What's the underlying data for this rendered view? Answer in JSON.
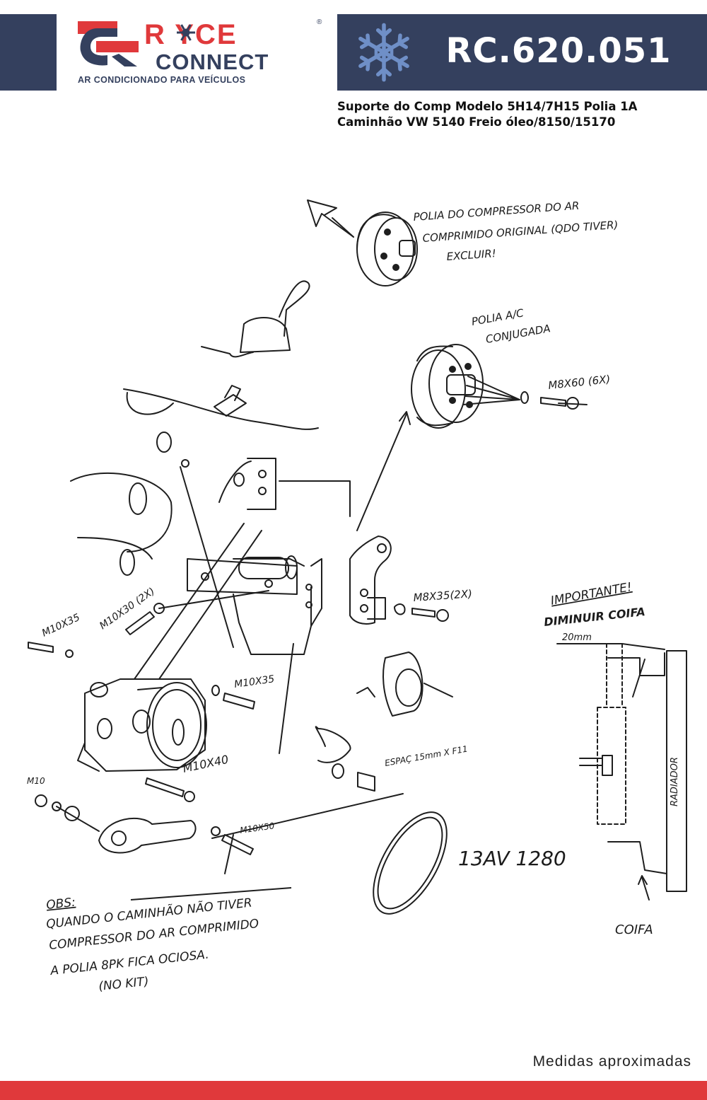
{
  "header": {
    "brand_line1": "R YCE",
    "brand_line2": "CONNECT",
    "registered_mark": "®",
    "tagline": "AR CONDICIONADO PARA VEÍCULOS",
    "product_code": "RC.620.051",
    "snowflake_icon": "snowflake-icon",
    "colors": {
      "navy": "#34405e",
      "red": "#e0393b",
      "light_blue": "#6f8fc7"
    }
  },
  "description": {
    "line1": "Suporte do Comp Modelo 5H14/7H15 Polia 1A",
    "line2": "Caminhão VW 5140 Freio óleo/8150/15170"
  },
  "diagram": {
    "labels": {
      "pulley_note_1": "POLIA DO COMPRESSOR DO AR",
      "pulley_note_2": "COMPRIMIDO ORIGINAL (QDO TIVER)",
      "pulley_note_3": "EXCLUIR!",
      "polia_ac_1": "POLIA A/C",
      "polia_ac_2": "CONJUGADA",
      "bolt_m8x60": "M8X60 (6X)",
      "bolt_m8x35": "M8X35(2X)",
      "bolt_m10x30": "M10X30 (2X)",
      "bolt_m10x35_a": "M10X35",
      "bolt_m10x35_b": "M10X35",
      "bolt_m10x40": "M10X40",
      "bolt_m10x50": "M10X50",
      "nut_m10": "M10",
      "spacer": "ESPAÇ 15mm X F11",
      "belt": "13AV 1280",
      "importante": "IMPORTANTE!",
      "diminuir": "DIMINUIR COIFA",
      "dim_20mm": "20mm",
      "radiador": "RADIADOR",
      "coifa": "COIFA",
      "obs_title": "OBS:",
      "obs_line1": "QUANDO O CAMINHÃO NÃO TIVER",
      "obs_line2": "COMPRESSOR DO AR COMPRIMIDO",
      "obs_line3": "A POLIA 8PK FICA OCIOSA.",
      "obs_line4": "(NO KIT)"
    }
  },
  "footer": {
    "note": "Medidas aproximadas"
  }
}
